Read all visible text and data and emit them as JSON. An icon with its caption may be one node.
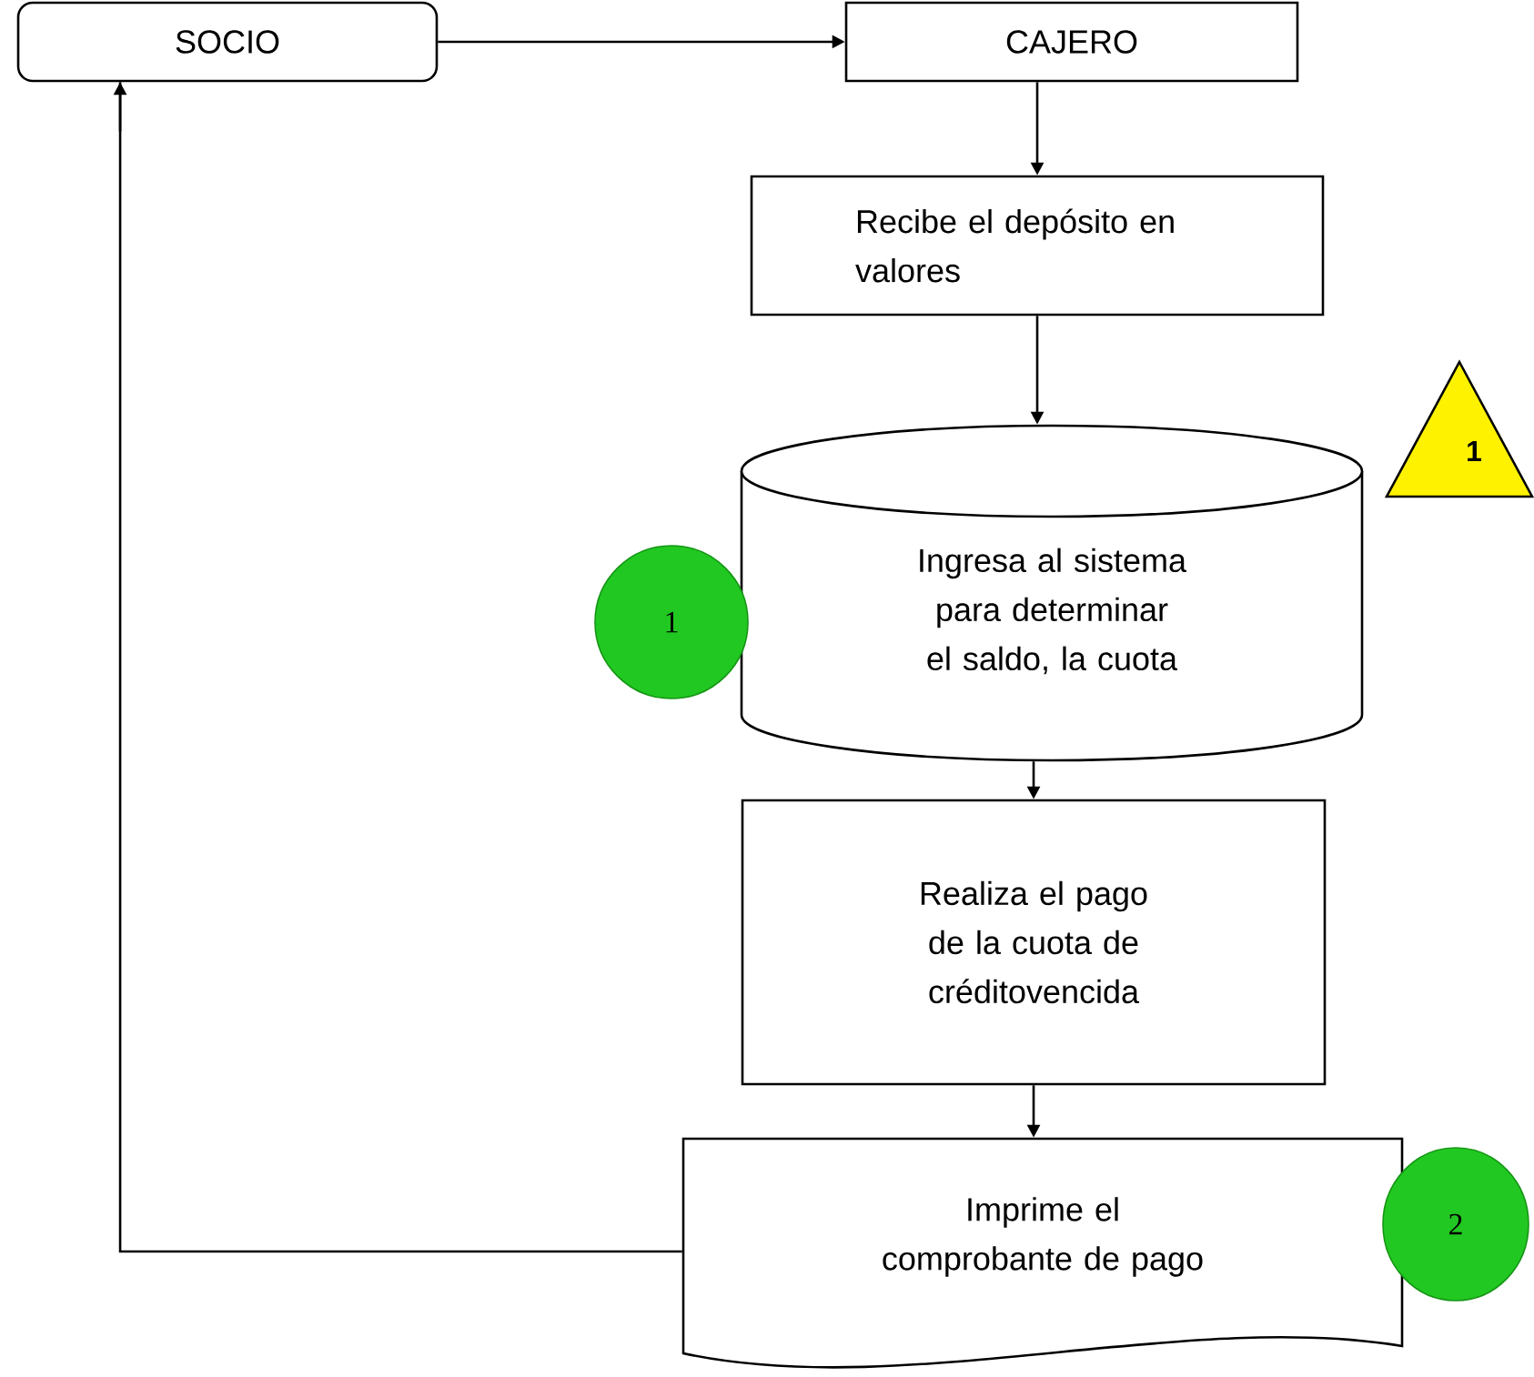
{
  "diagram": {
    "nodes": [
      {
        "text": [
          "SOCIO"
        ]
      },
      {
        "text": [
          "CAJERO"
        ]
      },
      {
        "text": [
          "Recibe el depósito en valores"
        ]
      },
      {
        "text": [
          "1"
        ]
      },
      {
        "text": [
          "Ingresa al sistema para determinar el saldo, la cuota"
        ]
      },
      {
        "text": [
          "1"
        ]
      },
      {
        "text": [
          "Realiza el pago de la cuota de créditovencida"
        ]
      },
      {
        "text": [
          "Imprime el comprobante de pago"
        ]
      },
      {
        "text": [
          "2"
        ]
      }
    ],
    "edges": [
      {
        "from": 0,
        "to": 1,
        "arrow": "to"
      },
      {
        "from": 1,
        "to": 2,
        "arrow": "to"
      },
      {
        "from": 2,
        "to": 4,
        "arrow": "to"
      },
      {
        "from": 4,
        "to": 6,
        "arrow": "to"
      },
      {
        "from": 6,
        "to": 7,
        "arrow": "to"
      },
      {
        "from": 7,
        "to": 0,
        "arrow": "to"
      }
    ]
  }
}
